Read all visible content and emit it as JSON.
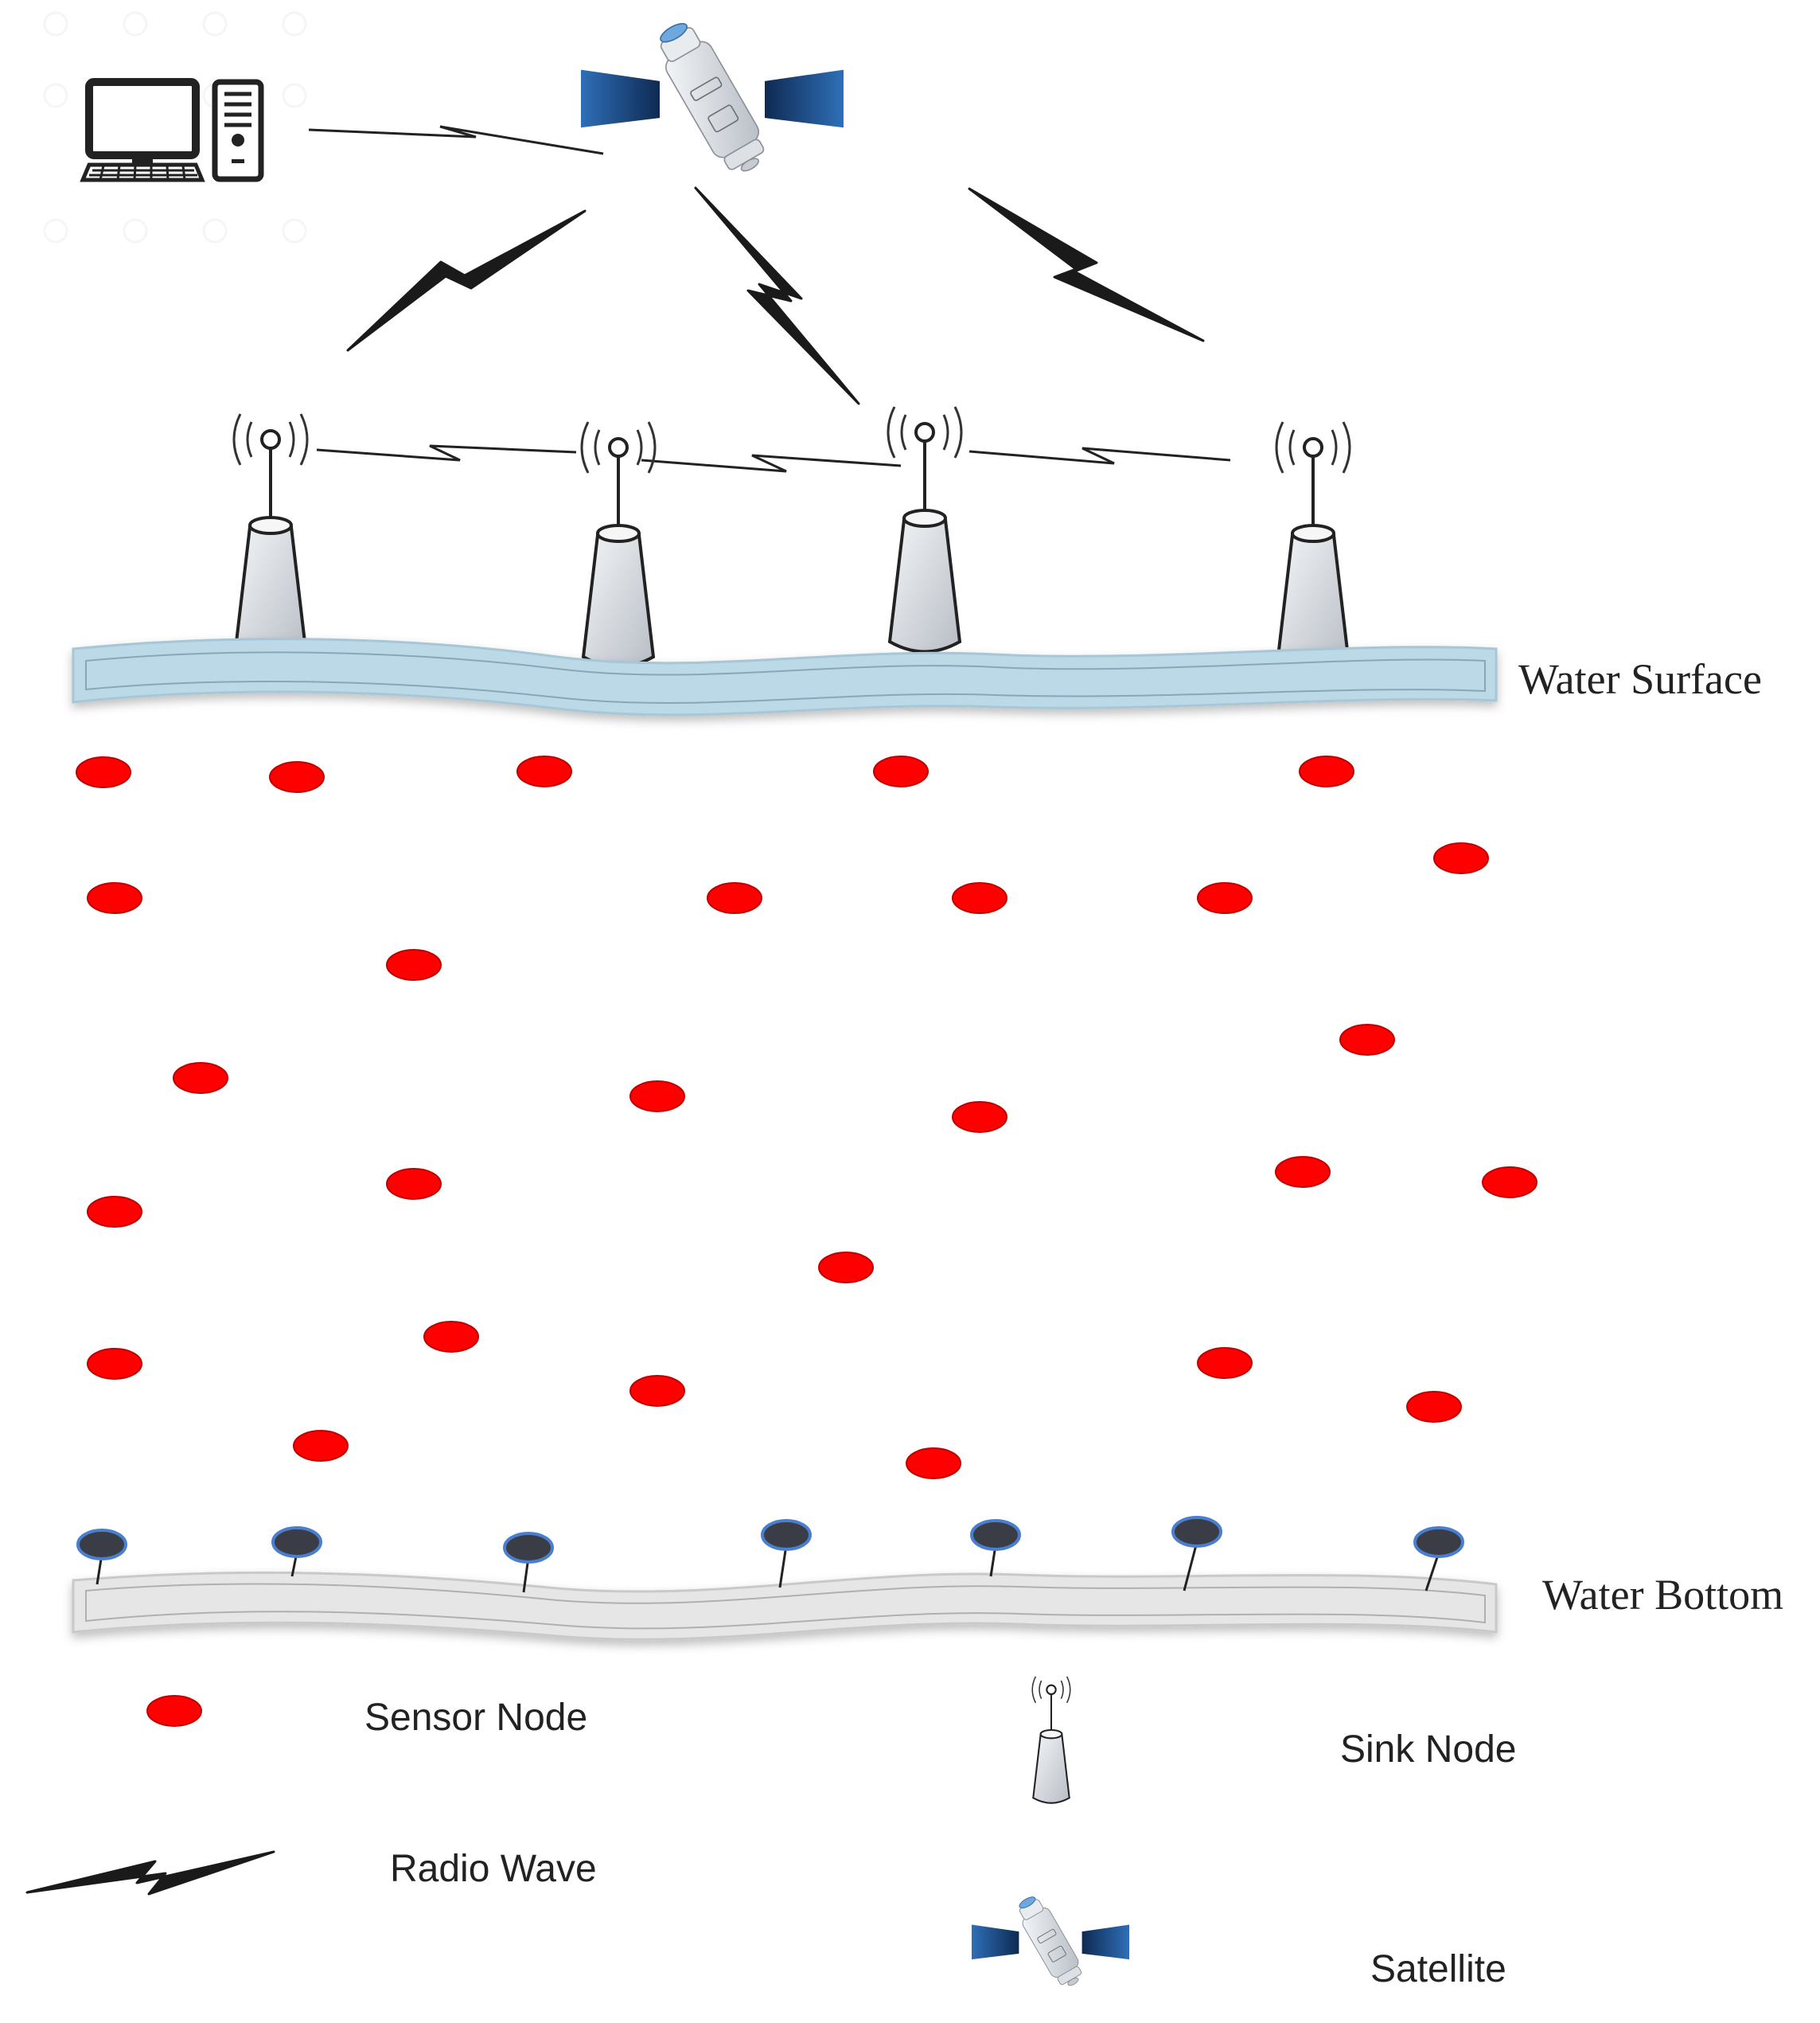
{
  "labels": {
    "water_surface": "Water Surface",
    "water_bottom": "Water Bottom",
    "sensor_node": "Sensor Node",
    "sink_node": "Sink Node",
    "radio_wave": "Radio Wave",
    "satellite": "Satellite"
  },
  "colors": {
    "sensor_node": "#ff0000",
    "bottom_node": "#3a3d45",
    "bottom_node_ring": "#4a7fd0",
    "water_surface": "#bcd9e8",
    "water_bottom": "#e6e6e6",
    "satellite_panel": "#2f6fb8",
    "radio_bolt": "#1a1a1a"
  },
  "icons": [
    "computer-icon",
    "satellite-icon",
    "sink-node-icon",
    "sensor-node-icon",
    "bottom-node-icon",
    "radio-wave-icon"
  ]
}
